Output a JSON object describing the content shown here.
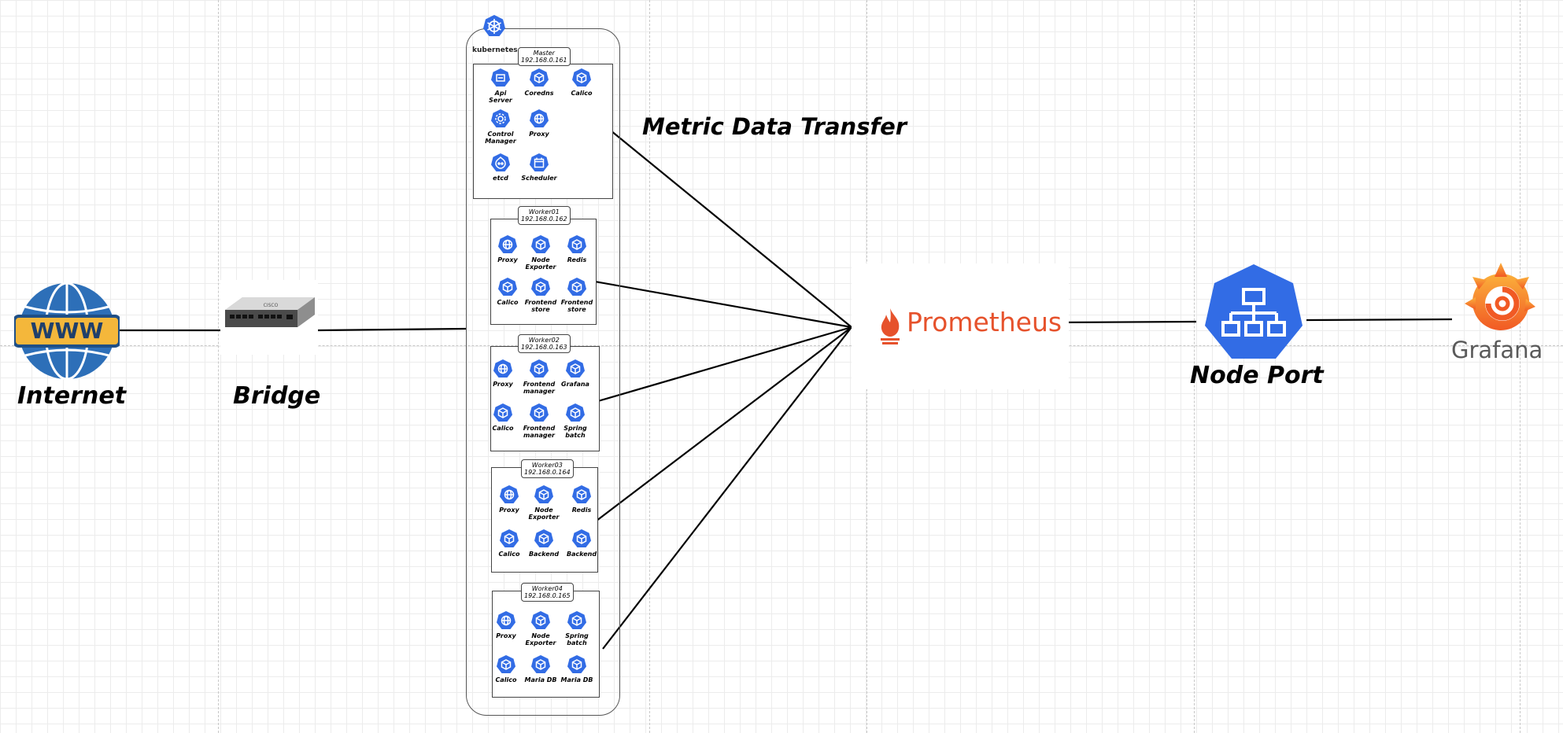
{
  "diagram": {
    "title": "Metric Data Transfer",
    "internet_label": "Internet",
    "bridge_label": "Bridge",
    "bridge_brand": "CISCO",
    "www_text": "WWW",
    "k8s_label": "kubernetes",
    "prometheus_label": "Prometheus",
    "nodeport_label": "Node Port",
    "grafana_label": "Grafana",
    "colors": {
      "k8s_blue": "#326ce5",
      "prometheus_orange": "#e6522c",
      "globe_blue": "#2d6fb8",
      "www_yellow": "#f4b73b",
      "grafana_orange": "#f15a24",
      "grafana_text": "#5a5a5a"
    },
    "nodes": [
      {
        "name": "Master",
        "ip": "192.168.0.161",
        "pods": [
          {
            "label": "Api Server",
            "icon": "kubernetes-api-server-icon"
          },
          {
            "label": "Coredns",
            "icon": "kubernetes-pod-icon"
          },
          {
            "label": "Calico",
            "icon": "kubernetes-pod-icon"
          },
          {
            "label": "Control Manager",
            "icon": "kubernetes-controller-manager-icon"
          },
          {
            "label": "Proxy",
            "icon": "kubernetes-proxy-icon"
          },
          {
            "label": "etcd",
            "icon": "kubernetes-etcd-icon"
          },
          {
            "label": "Scheduler",
            "icon": "kubernetes-scheduler-icon"
          }
        ]
      },
      {
        "name": "Worker01",
        "ip": "192.168.0.162",
        "pods": [
          {
            "label": "Proxy",
            "icon": "kubernetes-proxy-icon"
          },
          {
            "label": "Node Exporter",
            "icon": "kubernetes-pod-icon"
          },
          {
            "label": "Redis",
            "icon": "kubernetes-pod-icon"
          },
          {
            "label": "Calico",
            "icon": "kubernetes-pod-icon"
          },
          {
            "label": "Frontend store",
            "icon": "kubernetes-pod-icon"
          },
          {
            "label": "Frontend store",
            "icon": "kubernetes-pod-icon"
          }
        ]
      },
      {
        "name": "Worker02",
        "ip": "192.168.0.163",
        "pods": [
          {
            "label": "Proxy",
            "icon": "kubernetes-proxy-icon"
          },
          {
            "label": "Frontend manager",
            "icon": "kubernetes-pod-icon"
          },
          {
            "label": "Grafana",
            "icon": "kubernetes-pod-icon"
          },
          {
            "label": "Calico",
            "icon": "kubernetes-pod-icon"
          },
          {
            "label": "Frontend manager",
            "icon": "kubernetes-pod-icon"
          },
          {
            "label": "Spring batch",
            "icon": "kubernetes-pod-icon"
          }
        ]
      },
      {
        "name": "Worker03",
        "ip": "192.168.0.164",
        "pods": [
          {
            "label": "Proxy",
            "icon": "kubernetes-proxy-icon"
          },
          {
            "label": "Node Exporter",
            "icon": "kubernetes-pod-icon"
          },
          {
            "label": "Redis",
            "icon": "kubernetes-pod-icon"
          },
          {
            "label": "Calico",
            "icon": "kubernetes-pod-icon"
          },
          {
            "label": "Backend",
            "icon": "kubernetes-pod-icon"
          },
          {
            "label": "Backend",
            "icon": "kubernetes-pod-icon"
          }
        ]
      },
      {
        "name": "Worker04",
        "ip": "192.168.0.165",
        "pods": [
          {
            "label": "Proxy",
            "icon": "kubernetes-proxy-icon"
          },
          {
            "label": "Node Exporter",
            "icon": "kubernetes-pod-icon"
          },
          {
            "label": "Spring batch",
            "icon": "kubernetes-pod-icon"
          },
          {
            "label": "Calico",
            "icon": "kubernetes-pod-icon"
          },
          {
            "label": "Maria DB",
            "icon": "kubernetes-pod-icon"
          },
          {
            "label": "Maria DB",
            "icon": "kubernetes-pod-icon"
          }
        ]
      }
    ]
  }
}
